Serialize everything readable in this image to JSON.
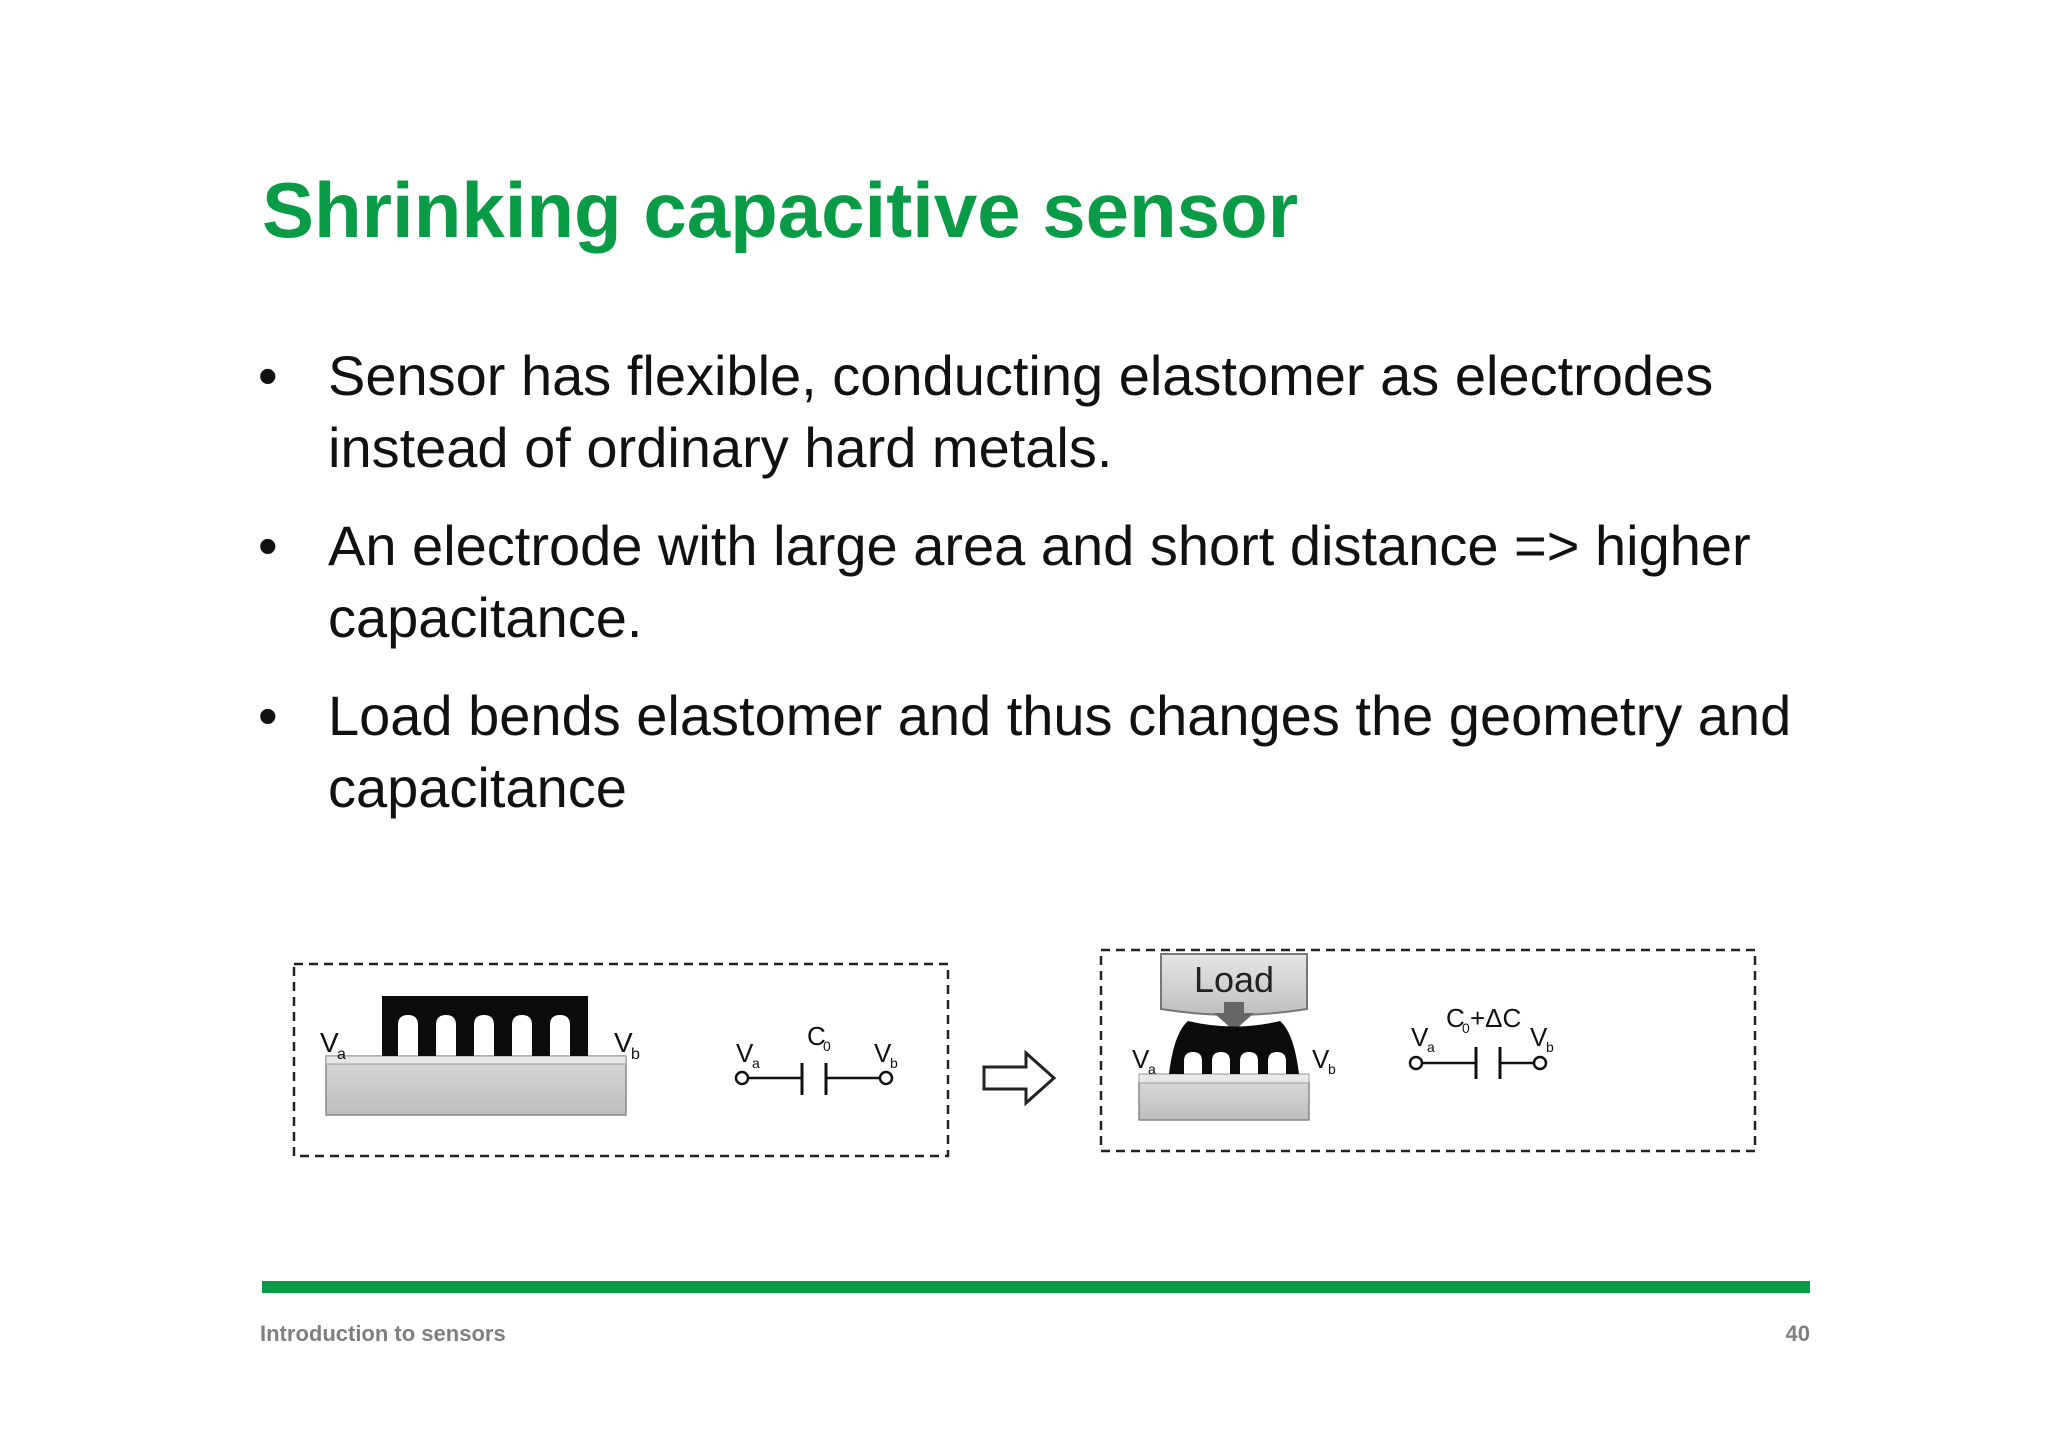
{
  "slide": {
    "title": "Shrinking capacitive sensor",
    "bullets": [
      {
        "marker": "•",
        "text": "Sensor has flexible, conducting elastomer as electrodes instead of ordinary hard metals."
      },
      {
        "marker": "•",
        "text": "An electrode with large area and short distance => higher capacitance."
      },
      {
        "marker": "•",
        "text": "Load bends elastomer and thus changes the geometry and capacitance"
      }
    ],
    "figure": {
      "before": {
        "va": "V",
        "va_sub": "a",
        "vb": "V",
        "vb_sub": "b",
        "cap": "C",
        "cap_sub": "0"
      },
      "after": {
        "load": "Load",
        "va": "V",
        "va_sub": "a",
        "vb": "V",
        "vb_sub": "b",
        "cap": "C",
        "cap_sub": "0",
        "cap_delta": "+ΔC"
      },
      "arrow_icon": "right-arrow-icon"
    },
    "footer": {
      "left": "Introduction to sensors",
      "page": "40"
    },
    "colors": {
      "accent": "#0a9b46",
      "text": "#111111",
      "footer": "#7f7f7f"
    }
  }
}
